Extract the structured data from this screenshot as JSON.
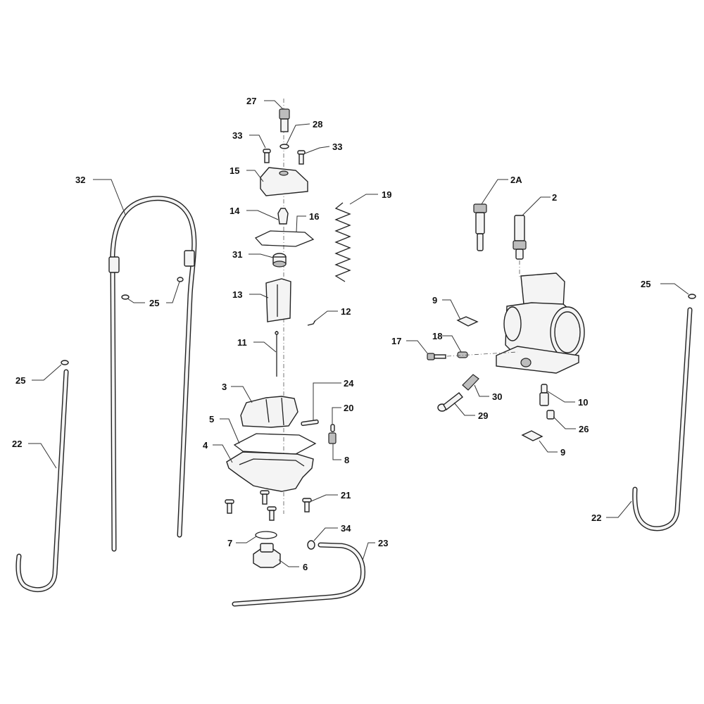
{
  "diagram": {
    "type": "exploded-parts-diagram",
    "callouts": {
      "c27": "27",
      "c28": "28",
      "c33a": "33",
      "c33b": "33",
      "c15": "15",
      "c19": "19",
      "c14": "14",
      "c16": "16",
      "c31": "31",
      "c13": "13",
      "c12": "12",
      "c11": "11",
      "c32": "32",
      "c25a": "25",
      "c25b": "25",
      "c25c": "25",
      "c22a": "22",
      "c22b": "22",
      "c3": "3",
      "c24": "24",
      "c20": "20",
      "c5": "5",
      "c4": "4",
      "c8": "8",
      "c21": "21",
      "c7": "7",
      "c6": "6",
      "c34": "34",
      "c23": "23",
      "c2A": "2A",
      "c2": "2",
      "c9a": "9",
      "c9b": "9",
      "c17": "17",
      "c18": "18",
      "c30": "30",
      "c10": "10",
      "c29": "29",
      "c26": "26"
    }
  }
}
